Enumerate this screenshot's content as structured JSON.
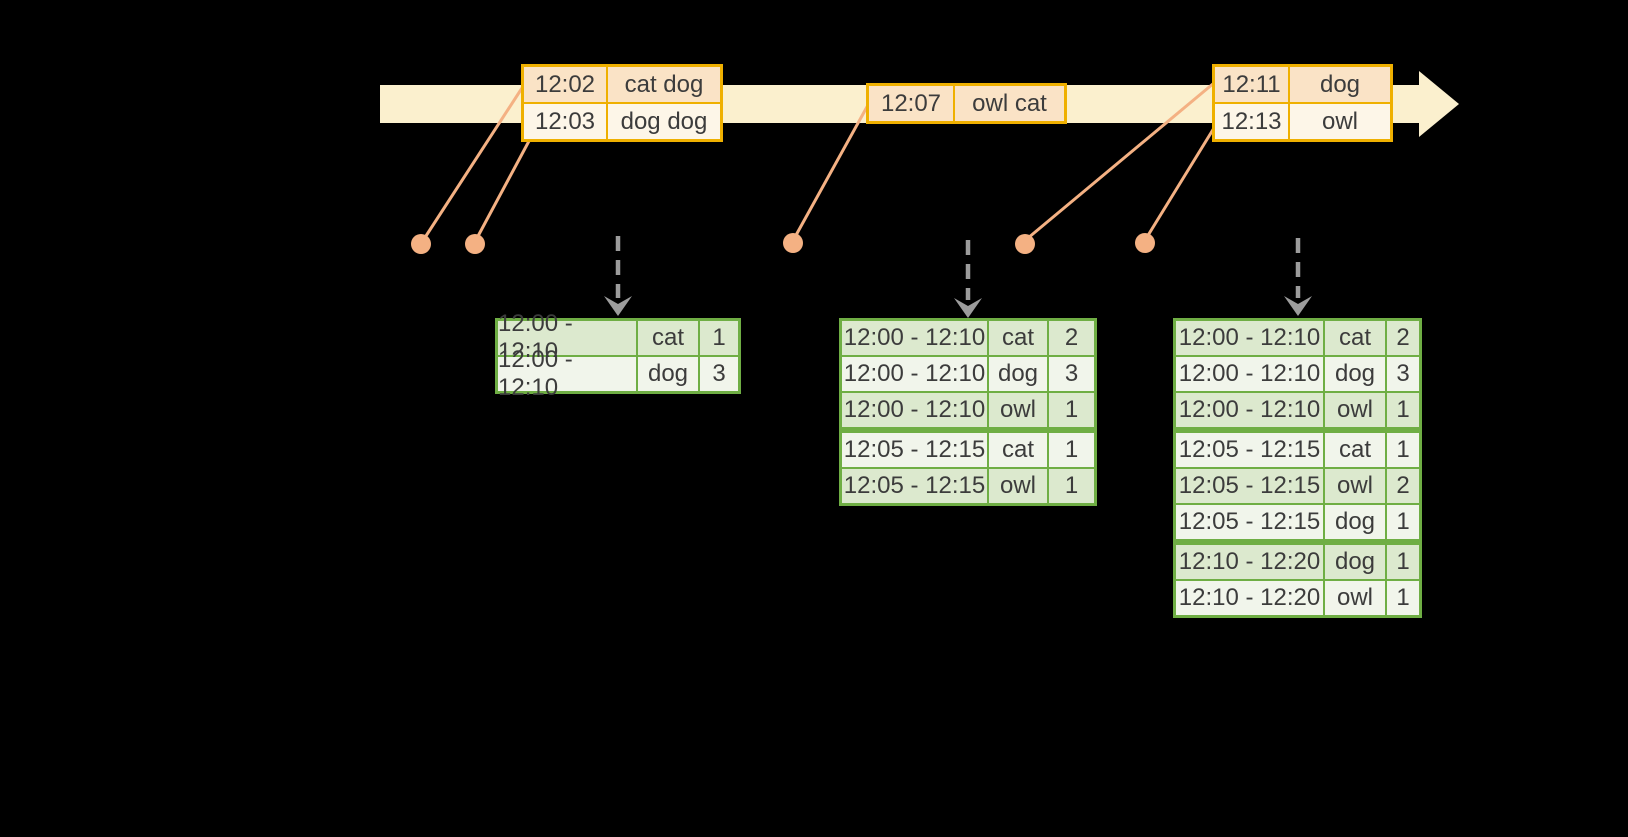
{
  "colors": {
    "gold": "#EFB000",
    "peach": "#FAE3C6",
    "cream": "#FDF6E8",
    "band": "#FBF0CE",
    "orange": "#F4B183",
    "gray": "#9C9C9C",
    "green": "#6FAE44",
    "green_dark": "#DCE9CE",
    "green_light": "#F1F5EB",
    "text": "#3C3C3C"
  },
  "icons": {
    "timeline_arrow": "right-arrow-band",
    "event_marker": "filled-dot",
    "event_connector": "diagonal-line",
    "trigger_arrow": "dashed-down-arrow"
  },
  "timeline": {
    "event_boxes": [
      {
        "rows": [
          {
            "time": "12:02",
            "words": "cat dog"
          },
          {
            "time": "12:03",
            "words": "dog dog"
          }
        ]
      },
      {
        "rows": [
          {
            "time": "12:07",
            "words": "owl cat"
          }
        ]
      },
      {
        "rows": [
          {
            "time": "12:11",
            "words": "dog"
          },
          {
            "time": "12:13",
            "words": "owl"
          }
        ]
      }
    ]
  },
  "result_tables": [
    {
      "rows": [
        {
          "window": "12:00 - 12:10",
          "key": "cat",
          "count": "1"
        },
        {
          "window": "12:00 - 12:10",
          "key": "dog",
          "count": "3"
        }
      ]
    },
    {
      "rows": [
        {
          "window": "12:00 - 12:10",
          "key": "cat",
          "count": "2"
        },
        {
          "window": "12:00 - 12:10",
          "key": "dog",
          "count": "3"
        },
        {
          "window": "12:00 - 12:10",
          "key": "owl",
          "count": "1"
        },
        {
          "window": "12:05 - 12:15",
          "key": "cat",
          "count": "1"
        },
        {
          "window": "12:05 - 12:15",
          "key": "owl",
          "count": "1"
        }
      ]
    },
    {
      "rows": [
        {
          "window": "12:00 - 12:10",
          "key": "cat",
          "count": "2"
        },
        {
          "window": "12:00 - 12:10",
          "key": "dog",
          "count": "3"
        },
        {
          "window": "12:00 - 12:10",
          "key": "owl",
          "count": "1"
        },
        {
          "window": "12:05 - 12:15",
          "key": "cat",
          "count": "1"
        },
        {
          "window": "12:05 - 12:15",
          "key": "owl",
          "count": "2"
        },
        {
          "window": "12:05 - 12:15",
          "key": "dog",
          "count": "1"
        },
        {
          "window": "12:10 - 12:20",
          "key": "dog",
          "count": "1"
        },
        {
          "window": "12:10 - 12:20",
          "key": "owl",
          "count": "1"
        }
      ]
    }
  ]
}
